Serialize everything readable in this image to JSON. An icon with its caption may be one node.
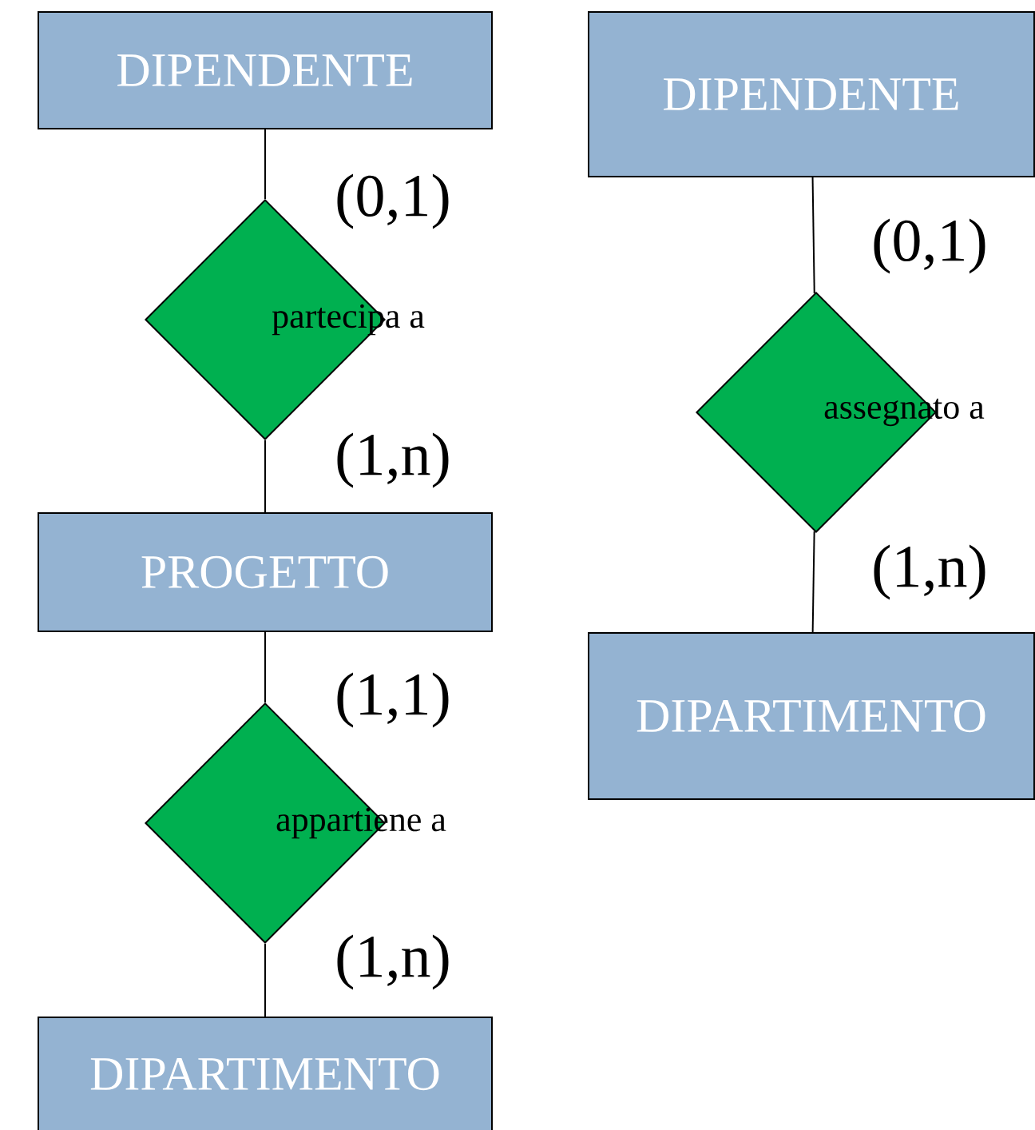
{
  "diagram": {
    "nodes": [
      {
        "text": [
          "DIPENDENTE"
        ]
      },
      {
        "text": [
          "partecipa a"
        ]
      },
      {
        "text": [
          "PROGETTO"
        ]
      },
      {
        "text": [
          "appartiene a"
        ]
      },
      {
        "text": [
          "DIPARTIMENTO"
        ]
      },
      {
        "text": [
          "DIPENDENTE"
        ]
      },
      {
        "text": [
          "assegnato a"
        ]
      },
      {
        "text": [
          "DIPARTIMENTO"
        ]
      }
    ],
    "edges": [
      {
        "from": 0,
        "to": 1,
        "arrow": "none",
        "label": "(0,1)"
      },
      {
        "from": 1,
        "to": 2,
        "arrow": "none",
        "label": "(1,n)"
      },
      {
        "from": 2,
        "to": 3,
        "arrow": "none",
        "label": "(1,1)"
      },
      {
        "from": 3,
        "to": 4,
        "arrow": "none",
        "label": "(1,n)"
      },
      {
        "from": 5,
        "to": 6,
        "arrow": "none",
        "label": "(0,1)"
      },
      {
        "from": 6,
        "to": 7,
        "arrow": "none",
        "label": "(1,n)"
      }
    ]
  }
}
